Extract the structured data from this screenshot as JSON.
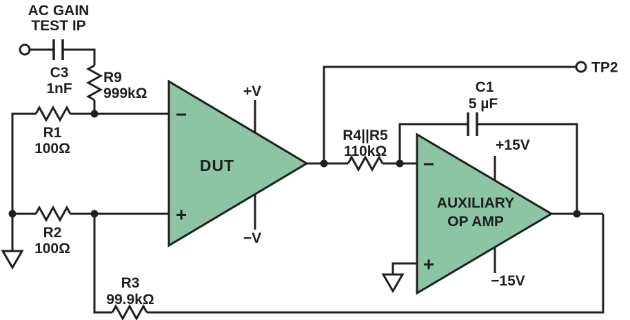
{
  "diagram": {
    "source_label": {
      "line1": "AC GAIN",
      "line2": "TEST IP"
    },
    "components": {
      "c3": {
        "ref": "C3",
        "value": "1nF"
      },
      "r9": {
        "ref": "R9",
        "value": "999kΩ"
      },
      "r1": {
        "ref": "R1",
        "value": "100Ω"
      },
      "r2": {
        "ref": "R2",
        "value": "100Ω"
      },
      "r3": {
        "ref": "R3",
        "value": "99.9kΩ"
      },
      "r4r5": {
        "ref": "R4||R5",
        "value": "110kΩ"
      },
      "c1": {
        "ref": "C1",
        "value": "5 µF"
      }
    },
    "dut": {
      "label": "DUT",
      "pos_rail": "+V",
      "neg_rail": "−V",
      "inverting": "−",
      "noninverting": "+"
    },
    "aux": {
      "label1": "AUXILIARY",
      "label2": "OP AMP",
      "pos_rail": "+15V",
      "neg_rail": "−15V",
      "inverting": "−",
      "noninverting": "+"
    },
    "testpoint": {
      "tp2": "TP2"
    },
    "colors": {
      "opamp_fill": "#8cc5a3",
      "ink": "#1f1f1f"
    }
  }
}
